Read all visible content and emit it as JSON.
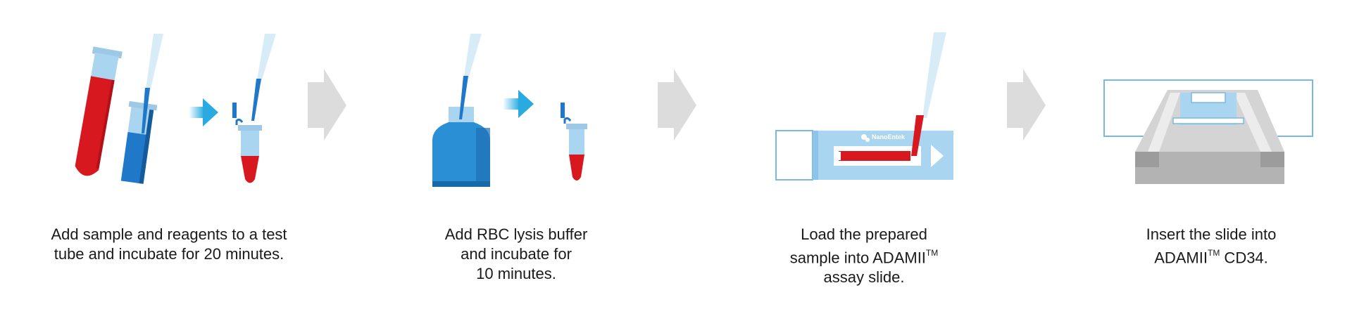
{
  "steps": [
    {
      "caption_lines": [
        "Add sample and reagents to a test",
        "tube and incubate for 20 minutes."
      ]
    },
    {
      "caption_lines": [
        "Add RBC lysis buffer",
        "and incubate for",
        "10 minutes."
      ]
    },
    {
      "caption_lines": [
        "Load the prepared",
        "sample into ADAMII",
        "assay slide."
      ],
      "trademark": "TM"
    },
    {
      "caption_lines": [
        "Insert the slide into",
        "ADAMII",
        " CD34."
      ],
      "trademark": "TM"
    }
  ],
  "slide_brand": "NanoEntek",
  "colors": {
    "blood_red": "#d7191f",
    "pipette_blue": "#1f78c8",
    "light_blue": "#a9d5f0",
    "step_arrow_gray": "#dcdcdc",
    "flow_arrow_blue": "#29abe2",
    "device_gray": "#d4d4d4",
    "caption_text": "#1a1a1a"
  }
}
